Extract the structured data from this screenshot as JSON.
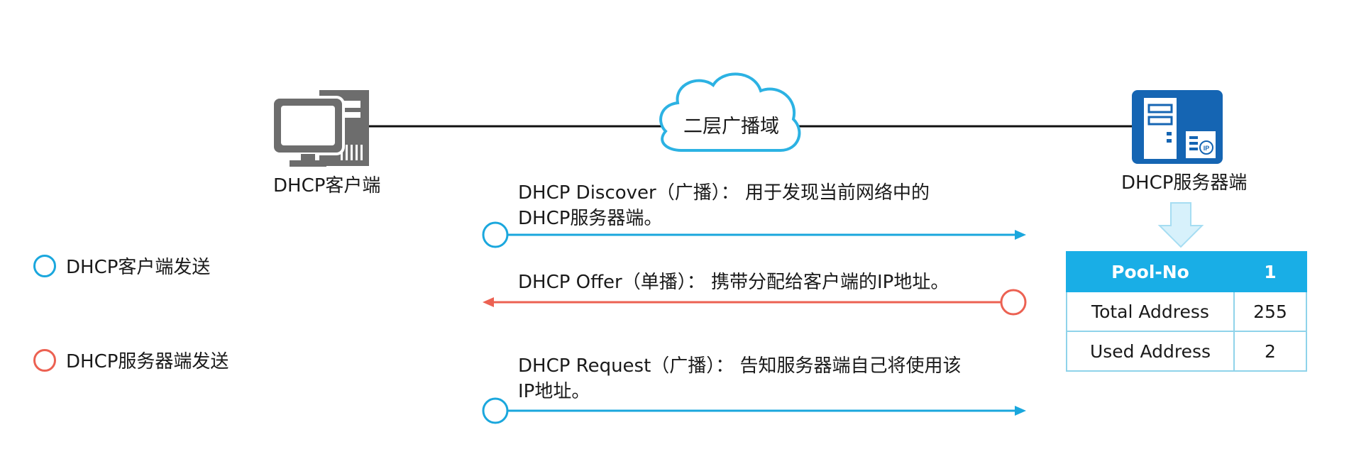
{
  "client": {
    "label": "DHCP客户端"
  },
  "server": {
    "label": "DHCP服务器端"
  },
  "network": {
    "label": "二层广播域"
  },
  "messages": [
    {
      "line1": "DHCP Discover（广播）： 用于发现当前网络中的",
      "line2": "DHCP服务器端。",
      "direction": "client-to-server"
    },
    {
      "line1": "DHCP Offer（单播）： 携带分配给客户端的IP地址。",
      "line2": "",
      "direction": "server-to-client"
    },
    {
      "line1": "DHCP Request（广播）： 告知服务器端自己将使用该",
      "line2": "IP地址。",
      "direction": "client-to-server"
    }
  ],
  "legend": {
    "client_send": "DHCP客户端发送",
    "server_send": "DHCP服务器端发送"
  },
  "pool_table": {
    "header": [
      "Pool-No",
      "1"
    ],
    "rows": [
      [
        "Total Address",
        "255"
      ],
      [
        "Used Address",
        "2"
      ]
    ]
  },
  "colors": {
    "client": "#1aa7dd",
    "server": "#ec6152",
    "pc": "#6d6d6d",
    "server_box": "#1565b3",
    "table_header": "#19aee6"
  }
}
